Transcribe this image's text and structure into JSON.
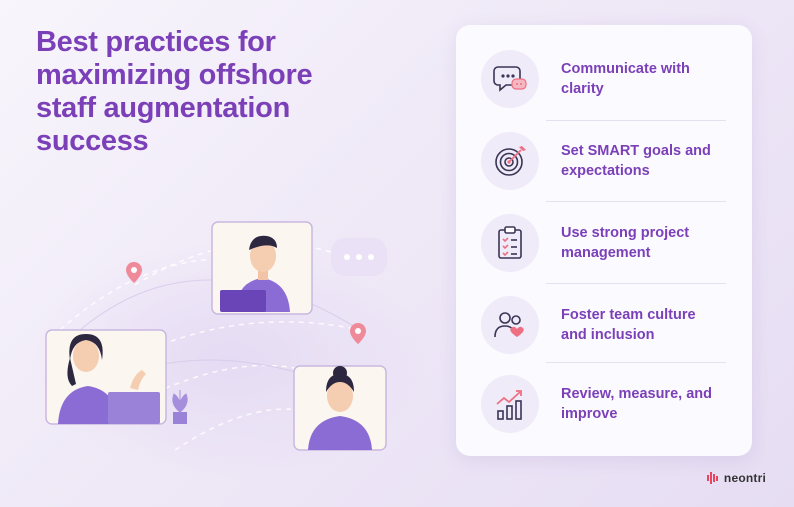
{
  "title": {
    "line1": "Best practices for",
    "line2": "maximizing offshore",
    "line3": "staff augmentation",
    "line4": "success"
  },
  "practices": [
    {
      "icon": "chat-bubbles-icon",
      "label": "Communicate with clarity"
    },
    {
      "icon": "target-icon",
      "label": "Set SMART goals and expectations"
    },
    {
      "icon": "clipboard-checklist-icon",
      "label": "Use strong project management"
    },
    {
      "icon": "team-heart-icon",
      "label": "Foster team culture and inclusion"
    },
    {
      "icon": "growth-chart-icon",
      "label": "Review, measure, and improve"
    }
  ],
  "brand": {
    "name": "neontri"
  },
  "colors": {
    "accent": "#7b3fb8",
    "icon_bg": "#f0ebf8",
    "highlight": "#ef6f82"
  }
}
